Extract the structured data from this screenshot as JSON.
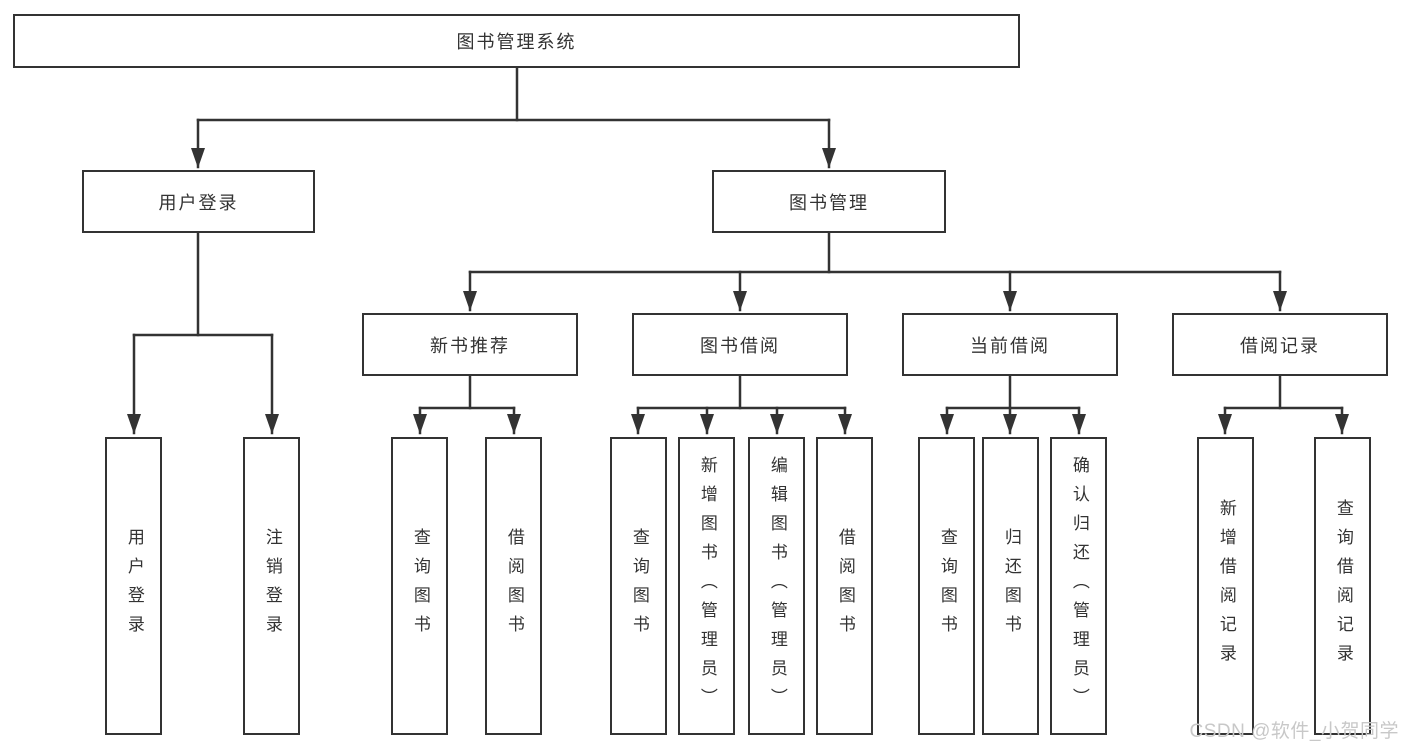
{
  "tree": {
    "label": "图书管理系统",
    "children": [
      {
        "label": "用户登录",
        "children": [
          {
            "label": "用户登录"
          },
          {
            "label": "注销登录"
          }
        ]
      },
      {
        "label": "图书管理",
        "children": [
          {
            "label": "新书推荐",
            "children": [
              {
                "label": "查询图书"
              },
              {
                "label": "借阅图书"
              }
            ]
          },
          {
            "label": "图书借阅",
            "children": [
              {
                "label": "查询图书"
              },
              {
                "label": "新增图书（管理员）"
              },
              {
                "label": "编辑图书（管理员）"
              },
              {
                "label": "借阅图书"
              }
            ]
          },
          {
            "label": "当前借阅",
            "children": [
              {
                "label": "查询图书"
              },
              {
                "label": "归还图书"
              },
              {
                "label": "确认归还（管理员）"
              }
            ]
          },
          {
            "label": "借阅记录",
            "children": [
              {
                "label": "新增借阅记录"
              },
              {
                "label": "查询借阅记录"
              }
            ]
          }
        ]
      }
    ]
  },
  "watermark": {
    "text": "CSDN @软件_小贺同学"
  },
  "colors": {
    "line": "#333333",
    "border": "#333333",
    "text": "#333333",
    "watermark": "#c8c8c8",
    "background": "#ffffff"
  }
}
